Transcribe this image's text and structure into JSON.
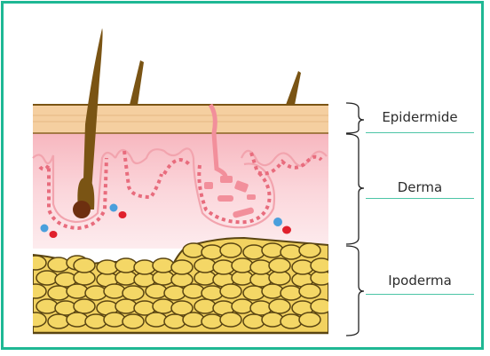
{
  "diagram": {
    "layers": [
      {
        "id": "epidermide",
        "label": "Epidermide"
      },
      {
        "id": "derma",
        "label": "Derma"
      },
      {
        "id": "ipoderma",
        "label": "Ipoderma"
      }
    ]
  },
  "colors": {
    "frame_border": "#1fb894",
    "epidermis": "#f5cfa0",
    "dermis_top": "#f7b7bf",
    "dermis_bottom": "#fdecee",
    "hair": "#7a5414",
    "hypodermis_fat": "#f2d260",
    "fat_outline": "#5a4512",
    "gland": "#f28f9b",
    "blood_blue": "#4a9fdc",
    "blood_red": "#e0202c",
    "label_line": "#4cc5a6"
  }
}
